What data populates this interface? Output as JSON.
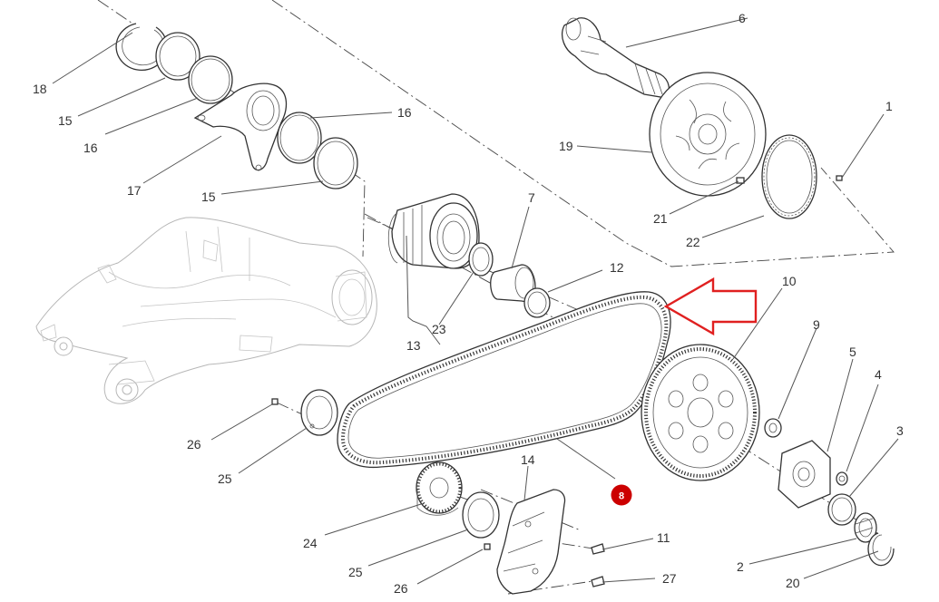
{
  "colors": {
    "line": "#555555",
    "ghost": "#b7b7b7",
    "badge": "#cc0000",
    "arrow": "#e02020"
  },
  "highlight": {
    "part": "8"
  },
  "callouts": {
    "c1": "1",
    "c2": "2",
    "c3": "3",
    "c4": "4",
    "c5": "5",
    "c6": "6",
    "c7": "7",
    "c9": "9",
    "c10": "10",
    "c11": "11",
    "c12": "12",
    "c13": "13",
    "c14": "14",
    "c15a": "15",
    "c15b": "15",
    "c16a": "16",
    "c16b": "16",
    "c17": "17",
    "c18": "18",
    "c19": "19",
    "c20": "20",
    "c21": "21",
    "c22": "22",
    "c23": "23",
    "c24": "24",
    "c25a": "25",
    "c25b": "25",
    "c26a": "26",
    "c26b": "26",
    "c27": "27"
  }
}
